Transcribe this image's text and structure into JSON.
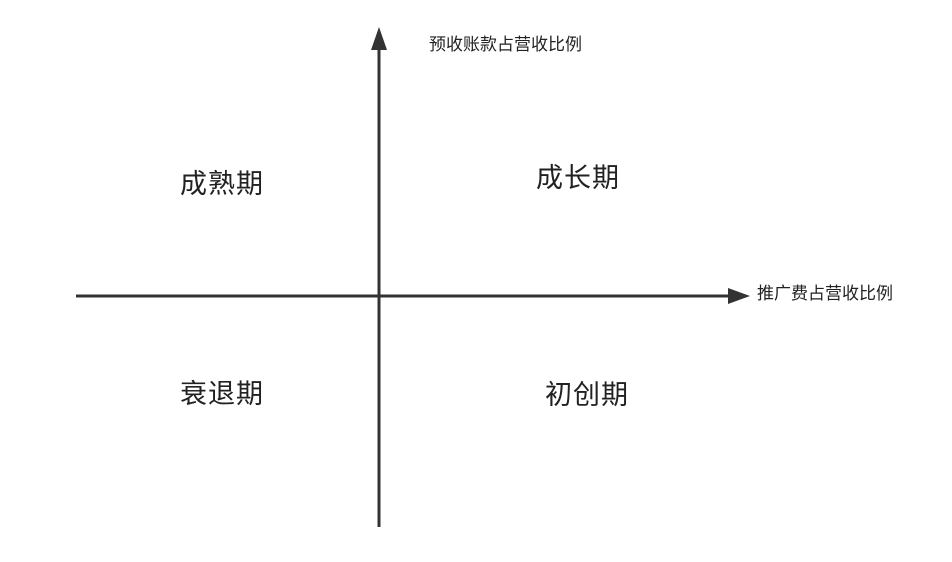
{
  "axes": {
    "y_label": "预收账款占营收比例",
    "x_label": "推广费占营收比例",
    "line_color": "#333333"
  },
  "quadrants": {
    "top_left": "成熟期",
    "top_right": "成长期",
    "bottom_left": "衰退期",
    "bottom_right": "初创期"
  }
}
